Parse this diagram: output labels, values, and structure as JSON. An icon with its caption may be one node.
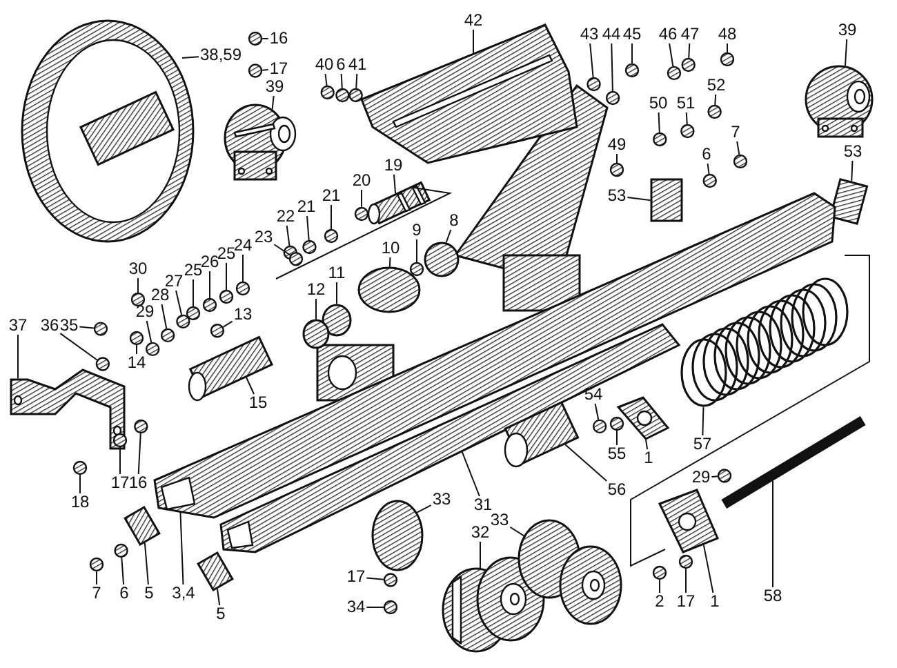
{
  "diagram": {
    "nodes": [
      {
        "text": [
          "38,59"
        ]
      },
      {
        "text": [
          "16"
        ]
      },
      {
        "text": [
          "17"
        ]
      },
      {
        "text": [
          "39"
        ]
      },
      {
        "text": [
          "40"
        ]
      },
      {
        "text": [
          "6"
        ]
      },
      {
        "text": [
          "41"
        ]
      },
      {
        "text": [
          "42"
        ]
      },
      {
        "text": [
          "43"
        ]
      },
      {
        "text": [
          "44"
        ]
      },
      {
        "text": [
          "45"
        ]
      },
      {
        "text": [
          "46"
        ]
      },
      {
        "text": [
          "47"
        ]
      },
      {
        "text": [
          "48"
        ]
      },
      {
        "text": [
          "39"
        ]
      },
      {
        "text": [
          "50"
        ]
      },
      {
        "text": [
          "51"
        ]
      },
      {
        "text": [
          "52"
        ]
      },
      {
        "text": [
          "49"
        ]
      },
      {
        "text": [
          "6"
        ]
      },
      {
        "text": [
          "7"
        ]
      },
      {
        "text": [
          "53"
        ]
      },
      {
        "text": [
          "53"
        ]
      },
      {
        "text": [
          "19"
        ]
      },
      {
        "text": [
          "20"
        ]
      },
      {
        "text": [
          "21"
        ]
      },
      {
        "text": [
          "21"
        ]
      },
      {
        "text": [
          "22"
        ]
      },
      {
        "text": [
          "8"
        ]
      },
      {
        "text": [
          "9"
        ]
      },
      {
        "text": [
          "10"
        ]
      },
      {
        "text": [
          "11"
        ]
      },
      {
        "text": [
          "12"
        ]
      },
      {
        "text": [
          "23"
        ]
      },
      {
        "text": [
          "24"
        ]
      },
      {
        "text": [
          "25"
        ]
      },
      {
        "text": [
          "26"
        ]
      },
      {
        "text": [
          "25"
        ]
      },
      {
        "text": [
          "27"
        ]
      },
      {
        "text": [
          "28"
        ]
      },
      {
        "text": [
          "29"
        ]
      },
      {
        "text": [
          "30"
        ]
      },
      {
        "text": [
          "13"
        ]
      },
      {
        "text": [
          "14"
        ]
      },
      {
        "text": [
          "35"
        ]
      },
      {
        "text": [
          "36"
        ]
      },
      {
        "text": [
          "37"
        ]
      },
      {
        "text": [
          "15"
        ]
      },
      {
        "text": [
          "17"
        ]
      },
      {
        "text": [
          "16"
        ]
      },
      {
        "text": [
          "18"
        ]
      },
      {
        "text": [
          "7"
        ]
      },
      {
        "text": [
          "6"
        ]
      },
      {
        "text": [
          "5"
        ]
      },
      {
        "text": [
          "3,4"
        ]
      },
      {
        "text": [
          "5"
        ]
      },
      {
        "text": [
          "33"
        ]
      },
      {
        "text": [
          "31"
        ]
      },
      {
        "text": [
          "32"
        ]
      },
      {
        "text": [
          "33"
        ]
      },
      {
        "text": [
          "17"
        ]
      },
      {
        "text": [
          "34"
        ]
      },
      {
        "text": [
          "54"
        ]
      },
      {
        "text": [
          "55"
        ]
      },
      {
        "text": [
          "1"
        ]
      },
      {
        "text": [
          "57"
        ]
      },
      {
        "text": [
          "56"
        ]
      },
      {
        "text": [
          "29"
        ]
      },
      {
        "text": [
          "2"
        ]
      },
      {
        "text": [
          "17"
        ]
      },
      {
        "text": [
          "1"
        ]
      },
      {
        "text": [
          "58"
        ]
      },
      {
        "text": [],
        "shape": "picture"
      },
      {
        "text": [],
        "shape": "circle"
      },
      {
        "text": [],
        "shape": "circle"
      },
      {
        "text": [],
        "shape": "picture"
      },
      {
        "text": [],
        "shape": "circle"
      },
      {
        "text": [],
        "shape": "circle"
      },
      {
        "text": [],
        "shape": "circle"
      },
      {
        "text": [],
        "shape": "picture"
      },
      {
        "text": [],
        "shape": "circle"
      },
      {
        "text": [],
        "shape": "circle"
      },
      {
        "text": [],
        "shape": "circle"
      },
      {
        "text": [],
        "shape": "circle"
      },
      {
        "text": [],
        "shape": "circle"
      },
      {
        "text": [],
        "shape": "circle"
      },
      {
        "text": [],
        "shape": "picture"
      },
      {
        "text": [],
        "shape": "circle"
      },
      {
        "text": [],
        "shape": "circle"
      },
      {
        "text": [],
        "shape": "circle"
      },
      {
        "text": [],
        "shape": "circle"
      },
      {
        "text": [],
        "shape": "circle"
      },
      {
        "text": [],
        "shape": "circle"
      },
      {
        "text": [],
        "shape": "box"
      },
      {
        "text": [],
        "shape": "box"
      },
      {
        "text": [],
        "shape": "picture"
      },
      {
        "text": [],
        "shape": "circle"
      },
      {
        "text": [],
        "shape": "circle"
      },
      {
        "text": [],
        "shape": "circle"
      },
      {
        "text": [],
        "shape": "circle"
      },
      {
        "text": [],
        "shape": "circle"
      },
      {
        "text": [],
        "shape": "circle"
      },
      {
        "text": [],
        "shape": "circle"
      },
      {
        "text": [],
        "shape": "circle"
      },
      {
        "text": [],
        "shape": "circle"
      },
      {
        "text": [],
        "shape": "circle"
      },
      {
        "text": [],
        "shape": "circle"
      },
      {
        "text": [],
        "shape": "circle"
      },
      {
        "text": [],
        "shape": "circle"
      },
      {
        "text": [],
        "shape": "circle"
      },
      {
        "text": [],
        "shape": "circle"
      },
      {
        "text": [],
        "shape": "circle"
      },
      {
        "text": [],
        "shape": "circle"
      },
      {
        "text": [],
        "shape": "circle"
      },
      {
        "text": [],
        "shape": "circle"
      },
      {
        "text": [],
        "shape": "circle"
      },
      {
        "text": [],
        "shape": "circle"
      },
      {
        "text": [],
        "shape": "circle"
      },
      {
        "text": [],
        "shape": "picture"
      },
      {
        "text": [],
        "shape": "picture"
      },
      {
        "text": [],
        "shape": "circle"
      },
      {
        "text": [],
        "shape": "circle"
      },
      {
        "text": [],
        "shape": "circle"
      },
      {
        "text": [],
        "shape": "circle"
      },
      {
        "text": [],
        "shape": "circle"
      },
      {
        "text": [],
        "shape": "box"
      },
      {
        "text": [],
        "shape": "picture"
      },
      {
        "text": [],
        "shape": "box"
      },
      {
        "text": [],
        "shape": "circle"
      },
      {
        "text": [],
        "shape": "picture"
      },
      {
        "text": [],
        "shape": "picture"
      },
      {
        "text": [],
        "shape": "picture"
      },
      {
        "text": [],
        "shape": "circle"
      },
      {
        "text": [],
        "shape": "circle"
      },
      {
        "text": [],
        "shape": "circle"
      },
      {
        "text": [],
        "shape": "circle"
      },
      {
        "text": [],
        "shape": "picture"
      },
      {
        "text": [],
        "shape": "picture"
      },
      {
        "text": [],
        "shape": "picture"
      },
      {
        "text": [],
        "shape": "circle"
      },
      {
        "text": [],
        "shape": "circle"
      },
      {
        "text": [],
        "shape": "circle"
      },
      {
        "text": [],
        "shape": "picture"
      },
      {
        "text": [],
        "shape": "bar"
      }
    ],
    "edges": [
      {
        "from": 0,
        "to": 72,
        "arrow": "none"
      },
      {
        "from": 1,
        "to": 73,
        "arrow": "none"
      },
      {
        "from": 2,
        "to": 74,
        "arrow": "none"
      },
      {
        "from": 3,
        "to": 75,
        "arrow": "none"
      },
      {
        "from": 4,
        "to": 76,
        "arrow": "none"
      },
      {
        "from": 5,
        "to": 77,
        "arrow": "none"
      },
      {
        "from": 6,
        "to": 78,
        "arrow": "none"
      },
      {
        "from": 7,
        "to": 79,
        "arrow": "none"
      },
      {
        "from": 8,
        "to": 80,
        "arrow": "none"
      },
      {
        "from": 9,
        "to": 81,
        "arrow": "none"
      },
      {
        "from": 10,
        "to": 82,
        "arrow": "none"
      },
      {
        "from": 11,
        "to": 83,
        "arrow": "none"
      },
      {
        "from": 12,
        "to": 84,
        "arrow": "none"
      },
      {
        "from": 13,
        "to": 85,
        "arrow": "none"
      },
      {
        "from": 14,
        "to": 86,
        "arrow": "none"
      },
      {
        "from": 15,
        "to": 87,
        "arrow": "none"
      },
      {
        "from": 16,
        "to": 88,
        "arrow": "none"
      },
      {
        "from": 17,
        "to": 89,
        "arrow": "none"
      },
      {
        "from": 18,
        "to": 90,
        "arrow": "none"
      },
      {
        "from": 19,
        "to": 91,
        "arrow": "none"
      },
      {
        "from": 20,
        "to": 92,
        "arrow": "none"
      },
      {
        "from": 21,
        "to": 93,
        "arrow": "none"
      },
      {
        "from": 22,
        "to": 94,
        "arrow": "none"
      },
      {
        "from": 23,
        "to": 95,
        "arrow": "none"
      },
      {
        "from": 24,
        "to": 96,
        "arrow": "none"
      },
      {
        "from": 25,
        "to": 97,
        "arrow": "none"
      },
      {
        "from": 26,
        "to": 98,
        "arrow": "none"
      },
      {
        "from": 27,
        "to": 99,
        "arrow": "none"
      },
      {
        "from": 28,
        "to": 100,
        "arrow": "none"
      },
      {
        "from": 29,
        "to": 101,
        "arrow": "none"
      },
      {
        "from": 30,
        "to": 102,
        "arrow": "none"
      },
      {
        "from": 31,
        "to": 103,
        "arrow": "none"
      },
      {
        "from": 32,
        "to": 104,
        "arrow": "none"
      },
      {
        "from": 33,
        "to": 105,
        "arrow": "none"
      },
      {
        "from": 34,
        "to": 106,
        "arrow": "none"
      },
      {
        "from": 35,
        "to": 107,
        "arrow": "none"
      },
      {
        "from": 36,
        "to": 108,
        "arrow": "none"
      },
      {
        "from": 37,
        "to": 109,
        "arrow": "none"
      },
      {
        "from": 38,
        "to": 110,
        "arrow": "none"
      },
      {
        "from": 39,
        "to": 111,
        "arrow": "none"
      },
      {
        "from": 40,
        "to": 112,
        "arrow": "none"
      },
      {
        "from": 41,
        "to": 113,
        "arrow": "none"
      },
      {
        "from": 42,
        "to": 114,
        "arrow": "none"
      },
      {
        "from": 43,
        "to": 115,
        "arrow": "none"
      },
      {
        "from": 44,
        "to": 116,
        "arrow": "none"
      },
      {
        "from": 45,
        "to": 117,
        "arrow": "none"
      },
      {
        "from": 46,
        "to": 118,
        "arrow": "none"
      },
      {
        "from": 47,
        "to": 119,
        "arrow": "none"
      },
      {
        "from": 48,
        "to": 120,
        "arrow": "none"
      },
      {
        "from": 49,
        "to": 121,
        "arrow": "none"
      },
      {
        "from": 50,
        "to": 122,
        "arrow": "none"
      },
      {
        "from": 51,
        "to": 123,
        "arrow": "none"
      },
      {
        "from": 52,
        "to": 124,
        "arrow": "none"
      },
      {
        "from": 53,
        "to": 125,
        "arrow": "none"
      },
      {
        "from": 54,
        "to": 126,
        "arrow": "none"
      },
      {
        "from": 55,
        "to": 127,
        "arrow": "none"
      },
      {
        "from": 56,
        "to": 128,
        "arrow": "none"
      },
      {
        "from": 57,
        "to": 129,
        "arrow": "none"
      },
      {
        "from": 58,
        "to": 130,
        "arrow": "none"
      },
      {
        "from": 59,
        "to": 131,
        "arrow": "none"
      },
      {
        "from": 60,
        "to": 132,
        "arrow": "none"
      },
      {
        "from": 61,
        "to": 133,
        "arrow": "none"
      },
      {
        "from": 62,
        "to": 134,
        "arrow": "none"
      },
      {
        "from": 63,
        "to": 135,
        "arrow": "none"
      },
      {
        "from": 64,
        "to": 136,
        "arrow": "none"
      },
      {
        "from": 65,
        "to": 137,
        "arrow": "none"
      },
      {
        "from": 66,
        "to": 138,
        "arrow": "none"
      },
      {
        "from": 67,
        "to": 139,
        "arrow": "none"
      },
      {
        "from": 68,
        "to": 140,
        "arrow": "none"
      },
      {
        "from": 69,
        "to": 141,
        "arrow": "none"
      },
      {
        "from": 70,
        "to": 142,
        "arrow": "none"
      },
      {
        "from": 71,
        "to": 143,
        "arrow": "none"
      }
    ]
  }
}
